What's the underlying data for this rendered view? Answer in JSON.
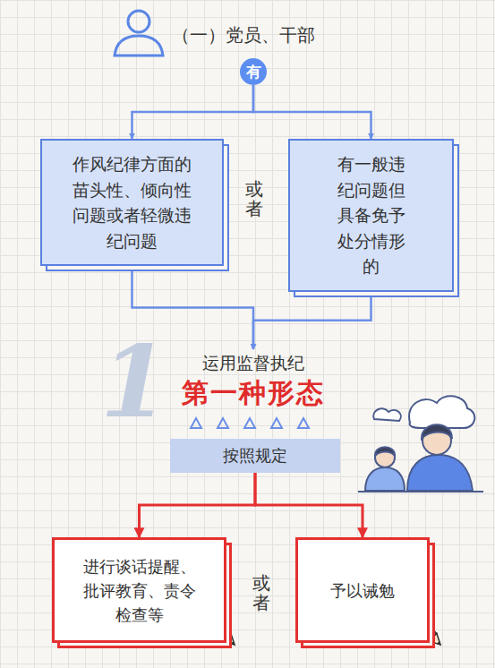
{
  "diagram": {
    "title": "（一）党员、干部",
    "nodes": [
      {
        "text": [
          "有"
        ]
      },
      {
        "text": [
          "作风纪律方面的苗头性、倾向性问题或者轻微违纪问题"
        ]
      },
      {
        "text": [
          "有一般违纪问题但具备免予处分情形的"
        ]
      },
      {
        "text": [
          "运用监督执纪",
          "第一种形态"
        ]
      },
      {
        "text": [
          "按照规定"
        ]
      },
      {
        "text": [
          "进行谈话提醒、批评教育、责令检查等"
        ]
      },
      {
        "text": [
          "予以诫勉"
        ]
      }
    ],
    "edges": [
      {
        "from": 0,
        "to": 1,
        "arrow": "to"
      },
      {
        "from": 0,
        "to": 2,
        "arrow": "to"
      },
      {
        "from": 1,
        "to": 3,
        "arrow": "to"
      },
      {
        "from": 2,
        "to": 3,
        "arrow": "to"
      },
      {
        "from": 4,
        "to": 5,
        "arrow": "to"
      },
      {
        "from": 4,
        "to": 6,
        "arrow": "to"
      }
    ],
    "labels": [
      "或者",
      "或者",
      "1"
    ]
  }
}
